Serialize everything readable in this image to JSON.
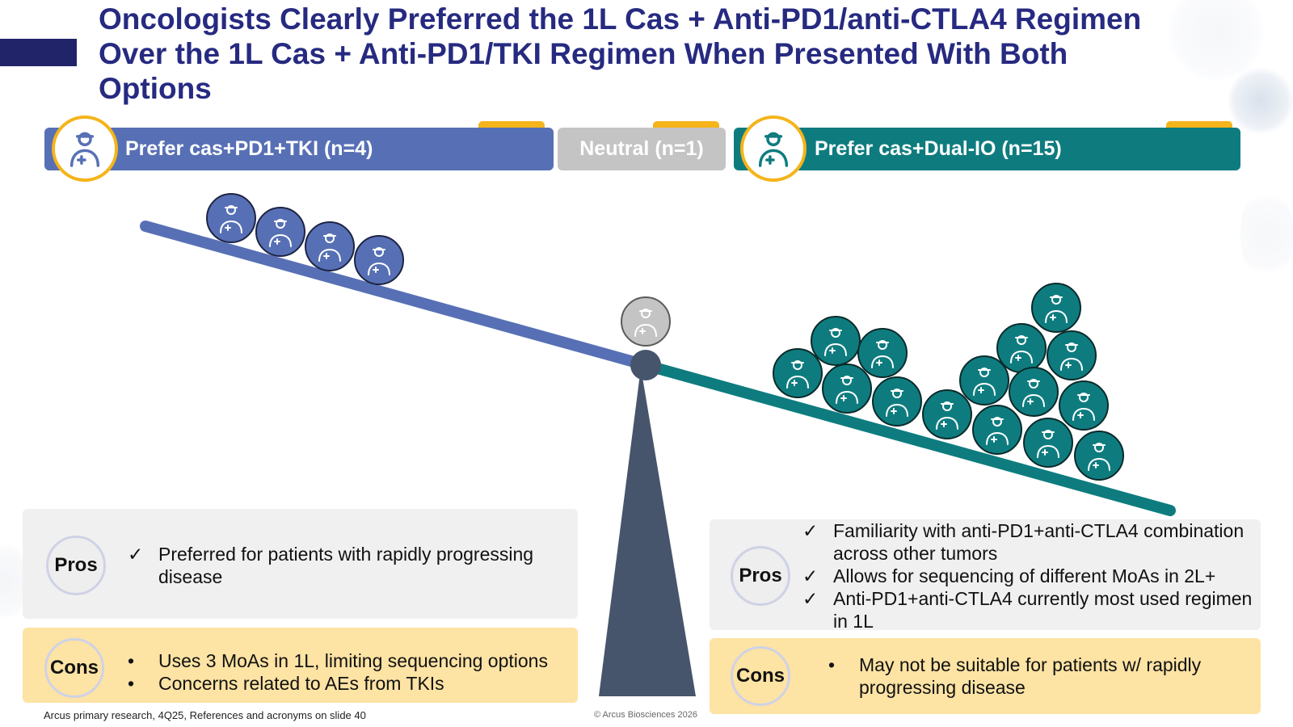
{
  "title": "Oncologists Clearly Preferred the 1L Cas + Anti-PD1/anti-CTLA4 Regimen Over the 1L Cas + Anti-PD1/TKI Regimen When Presented With Both Options",
  "colors": {
    "navy": "#262a80",
    "blue": "#5770b5",
    "teal": "#0e7c7f",
    "gray": "#c4c4c4",
    "gold": "#f4b41a",
    "fulcrum": "#46556b",
    "cons_bg": "#fde3a4",
    "pros_bg": "#f0f0f0"
  },
  "groups": {
    "left": {
      "label": "Prefer cas+PD1+TKI (n=4)",
      "n": 4,
      "icon": "doctor-icon"
    },
    "neutral": {
      "label": "Neutral (n=1)",
      "n": 1,
      "icon": "doctor-icon"
    },
    "right": {
      "label": "Prefer cas+Dual-IO (n=15)",
      "n": 15,
      "icon": "doctor-icon"
    }
  },
  "left_panel": {
    "pros_label": "Pros",
    "cons_label": "Cons",
    "pros": [
      "Preferred for patients with rapidly progressing disease"
    ],
    "cons": [
      "Uses 3 MoAs in 1L, limiting sequencing options",
      "Concerns related to AEs from TKIs"
    ],
    "pros_marker": "✓",
    "cons_marker": "•"
  },
  "right_panel": {
    "pros_label": "Pros",
    "cons_label": "Cons",
    "pros": [
      "Familiarity with anti-PD1+anti-CTLA4 combination across other tumors",
      "Allows for sequencing of different MoAs in 2L+",
      "Anti-PD1+anti-CTLA4 currently most used regimen in 1L"
    ],
    "cons": [
      "May not be suitable for patients w/ rapidly progressing disease"
    ],
    "pros_marker": "✓",
    "cons_marker": "•"
  },
  "footnote": "Arcus primary research, 4Q25, References and acronyms on slide 40",
  "copyright": "© Arcus Biosciences 2026"
}
